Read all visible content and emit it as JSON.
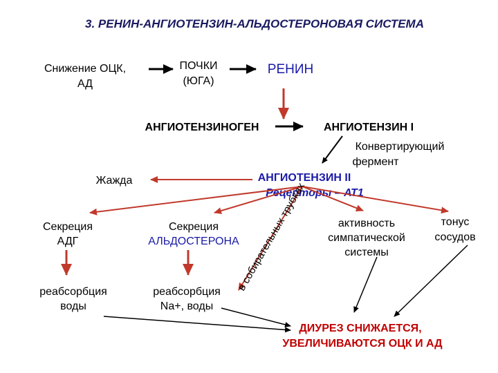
{
  "title": "3. РЕНИН-АНГИОТЕНЗИН-АЛЬДОСТЕРОНОВАЯ СИСТЕМА",
  "nodes": {
    "bcv_line1": "Снижение ОЦК,",
    "bcv_line2": "АД",
    "kidneys_line1": "ПОЧКИ",
    "kidneys_line2": "(ЮГА)",
    "renin": "РЕНИН",
    "angiotensinogen": "АНГИОТЕНЗИНОГЕН",
    "angiotensin1": "АНГИОТЕНЗИН I",
    "ace_line1": "Конвертирующий",
    "ace_line2": "фермент",
    "angiotensin2": "АНГИОТЕНЗИН II",
    "receptors": "Рецепторы – АТ1",
    "thirst": "Жажда",
    "adh_line1": "Секреция",
    "adh_line2": "АДГ",
    "aldo_line1": "Секреция",
    "aldo_line2": "АЛЬДОСТЕРОНА",
    "collecting_ducts": "в собирательных трубках",
    "sympathetic_line1": "активность",
    "sympathetic_line2": "симпатической",
    "sympathetic_line3": "системы",
    "tone_line1": "тонус",
    "tone_line2": "сосудов",
    "water_reabs_line1": "реабсорбция",
    "water_reabs_line2": "воды",
    "na_reabs_line1": "реабсорбция",
    "na_reabs_line2": "Na+, воды",
    "result_line1": "ДИУРЕЗ СНИЖАЕТСЯ,",
    "result_line2": "УВЕЛИЧИВАЮТСЯ ОЦК И АД"
  },
  "colors": {
    "red_arrow": "#c0392b",
    "black_arrow": "#000000",
    "blue_text": "#1a1aa8",
    "result_text": "#c00000"
  }
}
